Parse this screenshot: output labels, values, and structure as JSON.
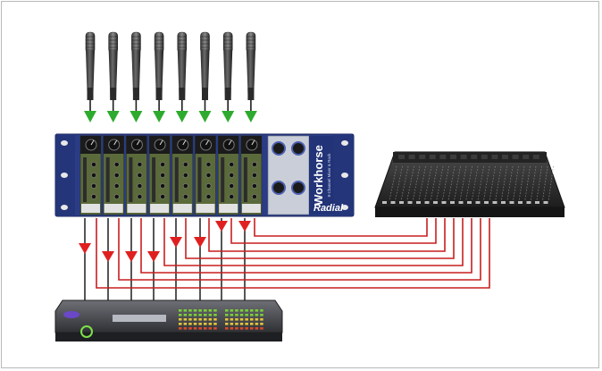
{
  "diagram": {
    "microphone_count": 8,
    "rack": {
      "brand": "Radial",
      "model": "Workhorse",
      "subtitle": "8-Channel Mixer & Rack",
      "module_label": "Radial"
    },
    "console_name": "mixing console",
    "interface_name": "digital audio interface",
    "colors": {
      "mic_arrow": "#2eab2e",
      "return_arrow": "#e02020",
      "signal_line": "#c71f1f",
      "cable": "#1e1e1e",
      "rack_blue": "#2a3c86",
      "module_green": "#5b6a3a"
    }
  }
}
